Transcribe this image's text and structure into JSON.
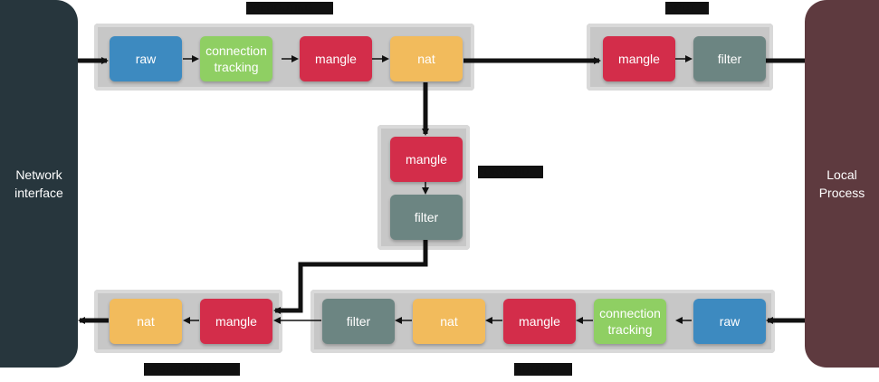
{
  "sides": {
    "network_interface": {
      "label": "Network interface",
      "color": "#27363d"
    },
    "local_process": {
      "label": "Local Process",
      "color": "#5e3a3f"
    }
  },
  "chains": {
    "prerouting": {
      "title": "PREROUTING",
      "tables": [
        "raw",
        "connection tracking",
        "mangle",
        "nat"
      ]
    },
    "input": {
      "title": "INPUT",
      "tables": [
        "mangle",
        "filter"
      ]
    },
    "forward": {
      "title": "FORWARD",
      "tables": [
        "mangle",
        "filter"
      ]
    },
    "output": {
      "title": "OUTPUT",
      "tables": [
        "raw",
        "connection tracking",
        "mangle",
        "nat",
        "filter"
      ]
    },
    "postrouting": {
      "title": "POSTROUTING",
      "tables": [
        "mangle",
        "nat"
      ]
    }
  },
  "colors": {
    "raw": "#3d8ac0",
    "connection_tracking": "#8fcf63",
    "mangle": "#d32d4a",
    "nat": "#f2bb5c",
    "filter": "#6c8582",
    "chain_bg": "#c7c7c7",
    "arrow": "#111111"
  }
}
